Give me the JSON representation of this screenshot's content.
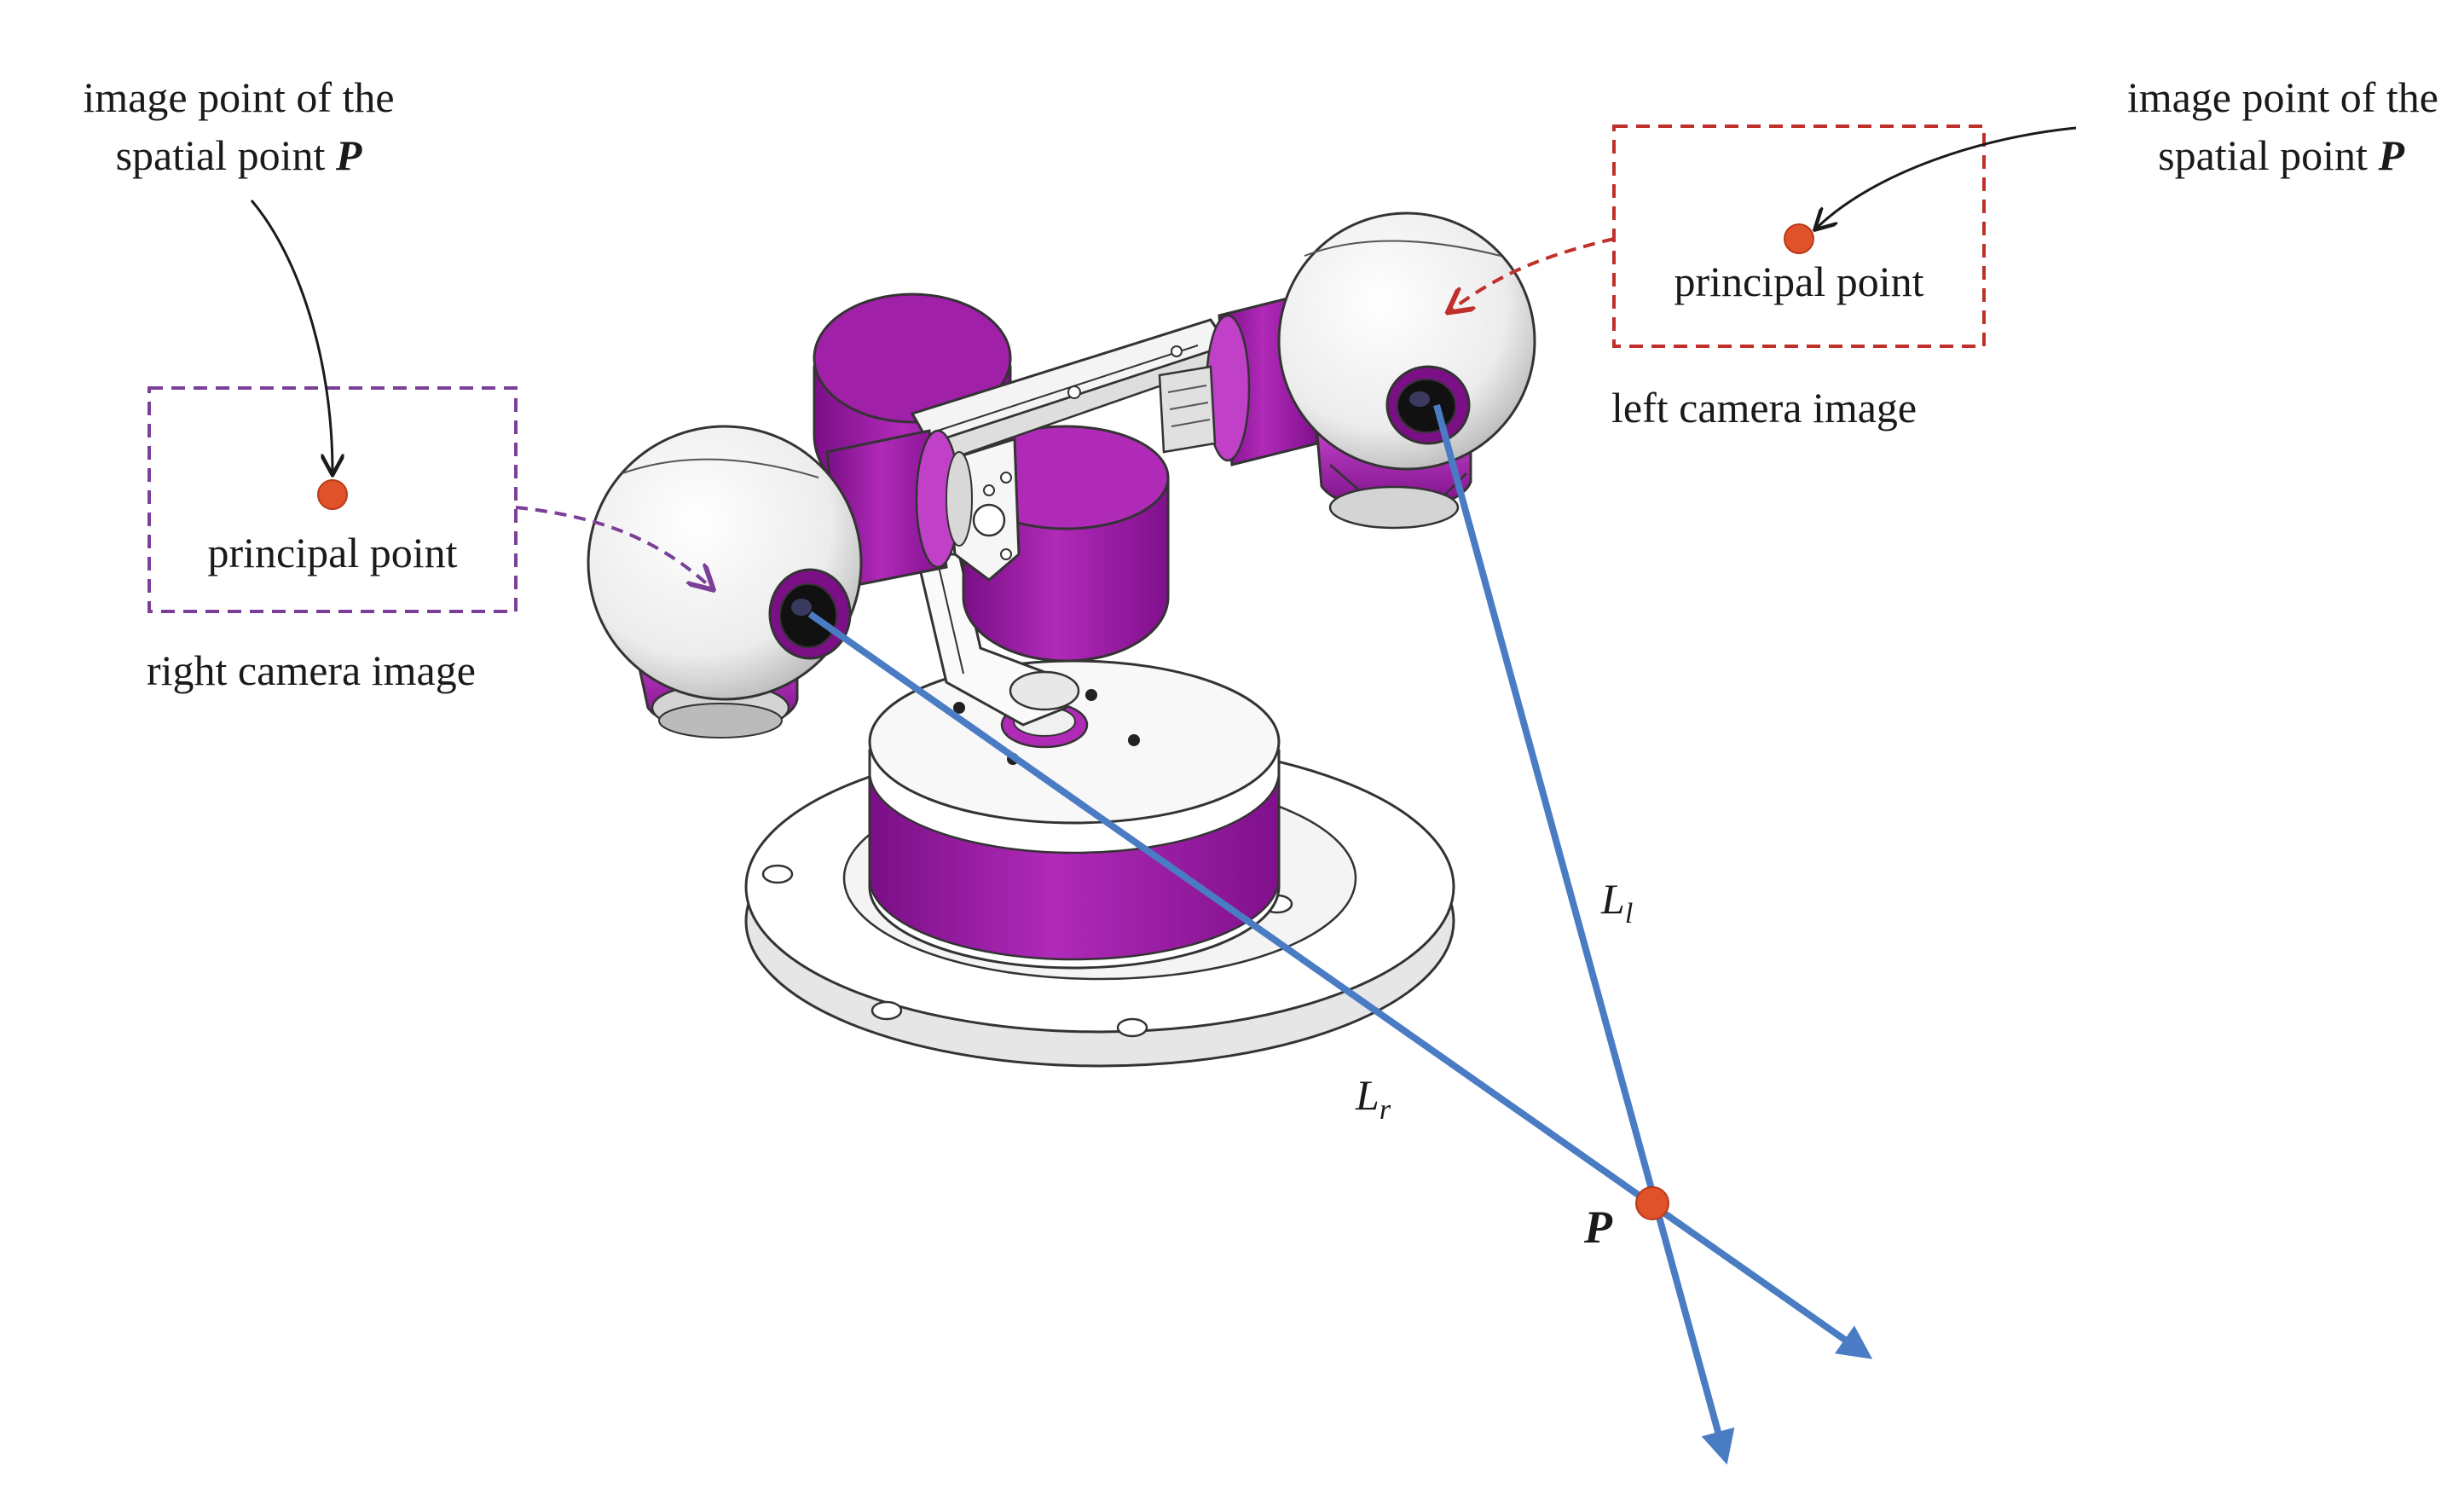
{
  "labels": {
    "left_callout_line1": "image point of the",
    "left_callout_line2": "spatial point",
    "right_callout_line1": "image point of the",
    "right_callout_line2": "spatial point",
    "point_symbol": "P",
    "right_box_point": "principal point",
    "left_box_point": "principal point",
    "right_camera_caption": "right camera image",
    "left_camera_caption": "left camera image",
    "ray_left_symbol": "L",
    "ray_left_sub": "l",
    "ray_right_symbol": "L",
    "ray_right_sub": "r",
    "target_point": "P"
  },
  "colors": {
    "ray": "#4a7cc4",
    "point": "#e0522a",
    "right_box": "#7b3f98",
    "left_box": "#c0302a",
    "robot_purple": "#a020a8",
    "robot_white": "#f2f2f2"
  }
}
